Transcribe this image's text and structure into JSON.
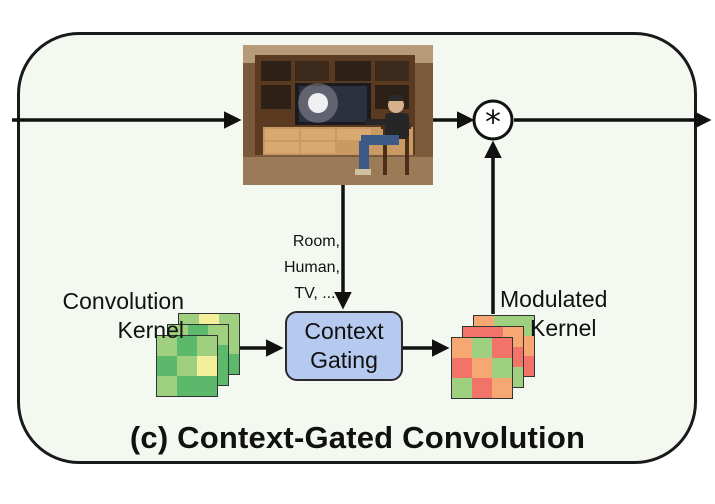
{
  "labels": {
    "convolution_kernel": [
      "Convolution",
      "Kernel"
    ],
    "modulated_kernel": [
      "Modulated",
      "Kernel"
    ],
    "context_gating": [
      "Context",
      "Gating"
    ],
    "context_words": [
      "Room,",
      "Human,",
      "TV, ...."
    ],
    "operator": "*",
    "caption": "(c) Context-Gated Convolution"
  },
  "colors": {
    "panel_bg": "#f3f9f1",
    "gating_fill": "#b6c9ee",
    "green_dark": "#5cb86a",
    "green_light": "#9fd080",
    "yellow": "#f3ef9a",
    "red": "#f27468",
    "orange": "#f7a772"
  },
  "kernel_cells": {
    "convolution": [
      "#9fd080",
      "#5cb86a",
      "#9fd080",
      "#5cb86a",
      "#9fd080",
      "#f3ef9a",
      "#9fd080",
      "#5cb86a",
      "#5cb86a"
    ],
    "modulated": [
      "#f7a772",
      "#9fd080",
      "#f27468",
      "#f27468",
      "#f7a772",
      "#9fd080",
      "#9fd080",
      "#f27468",
      "#f7a772"
    ]
  }
}
